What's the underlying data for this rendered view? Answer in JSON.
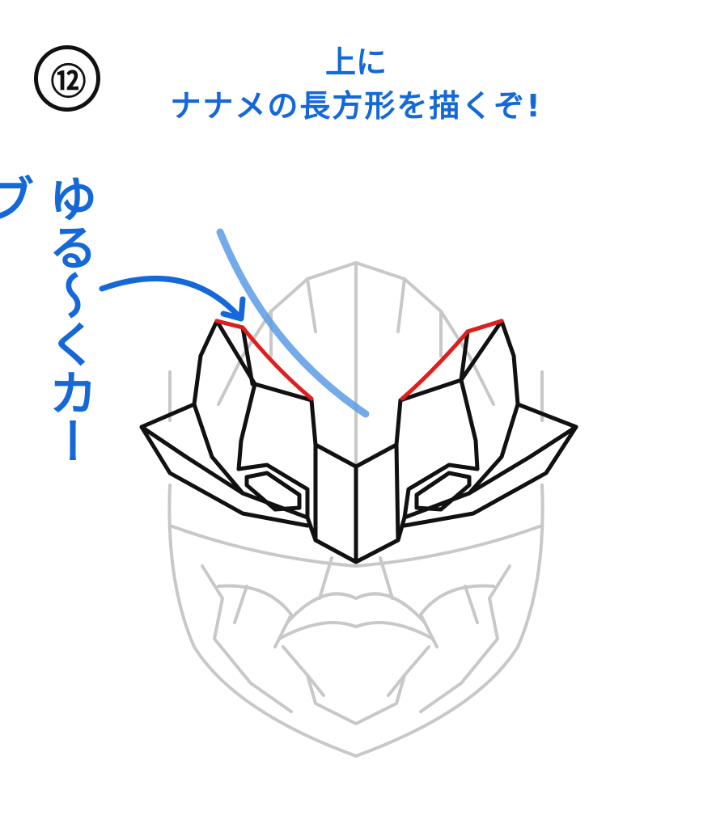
{
  "step": {
    "number": "⑫"
  },
  "title": {
    "line1": "上に",
    "line2": "ナナメの長方形を描くぞ!"
  },
  "annotation": {
    "text": "ゆる〜くカーブ"
  },
  "colors": {
    "accent_blue": "#1468d8",
    "guide_blue": "#5a9be6",
    "highlight_red": "#e01e1e",
    "ink": "#111111",
    "sketch_gray": "#c8c8c8"
  }
}
